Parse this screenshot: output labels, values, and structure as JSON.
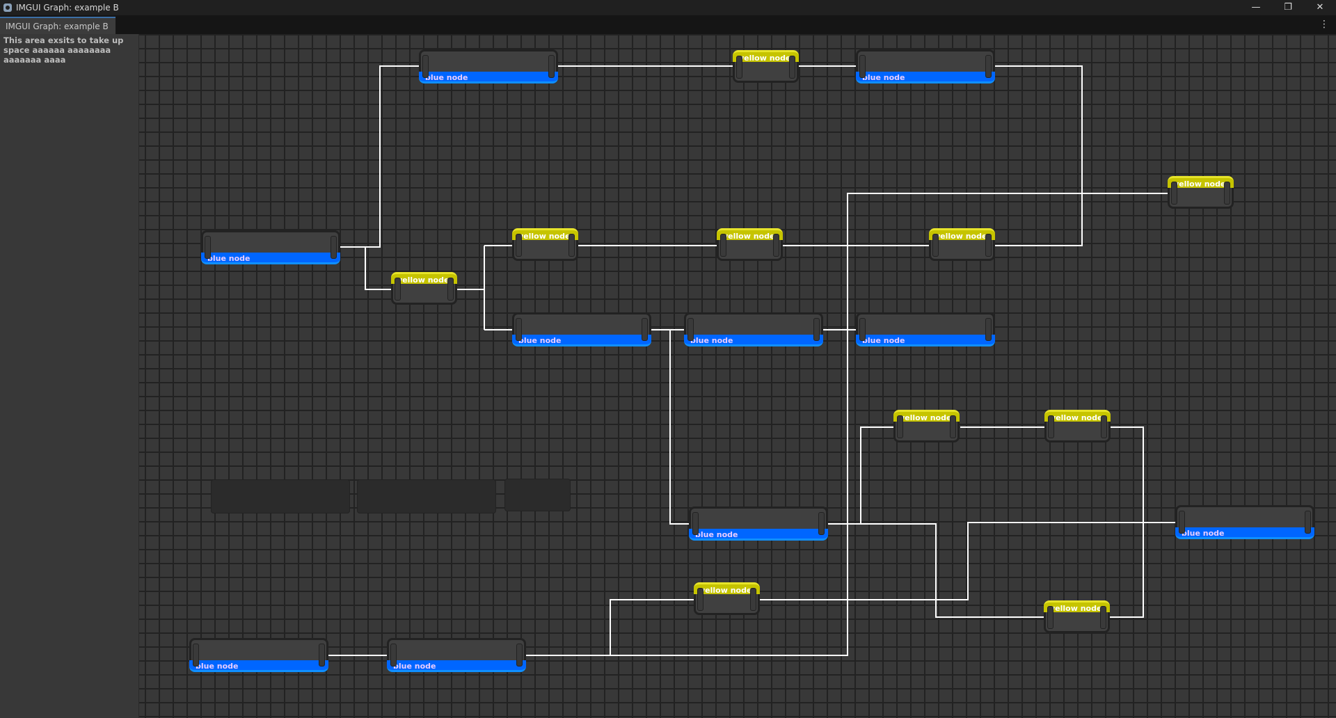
{
  "window": {
    "title": "IMGUI Graph: example B",
    "controls": {
      "minimize": "minimize-icon",
      "restore": "restore-icon",
      "close": "close-icon"
    }
  },
  "tab": {
    "label": "IMGUI Graph: example B",
    "menu_icon": "kebab-menu-icon"
  },
  "left_panel": {
    "text": "This area exsits to take up space aaaaaa aaaaaaaa aaaaaaa aaaa"
  },
  "graph": {
    "blue_nodes": [
      {
        "label": "blue node"
      },
      {
        "label": "blue node"
      },
      {
        "label": "blue node"
      },
      {
        "label": "blue node"
      },
      {
        "label": "blue node"
      },
      {
        "label": "blue node"
      },
      {
        "label": "blue node"
      },
      {
        "label": "blue node"
      },
      {
        "label": "blue node"
      },
      {
        "label": "blue node"
      }
    ],
    "yellow_nodes": [
      {
        "label": "yellow node"
      },
      {
        "label": "yellow node"
      },
      {
        "label": "yellow node"
      },
      {
        "label": "yellow node"
      },
      {
        "label": "yellow node"
      },
      {
        "label": "yellow node"
      },
      {
        "label": "yellow node"
      },
      {
        "label": "yellow node"
      },
      {
        "label": "yellow node"
      },
      {
        "label": "yellow node"
      }
    ],
    "colors": {
      "blue": "#0066ff",
      "yellow": "#c6c400",
      "link": "#ffffff",
      "canvas": "#383838",
      "grid": "#222222"
    }
  }
}
